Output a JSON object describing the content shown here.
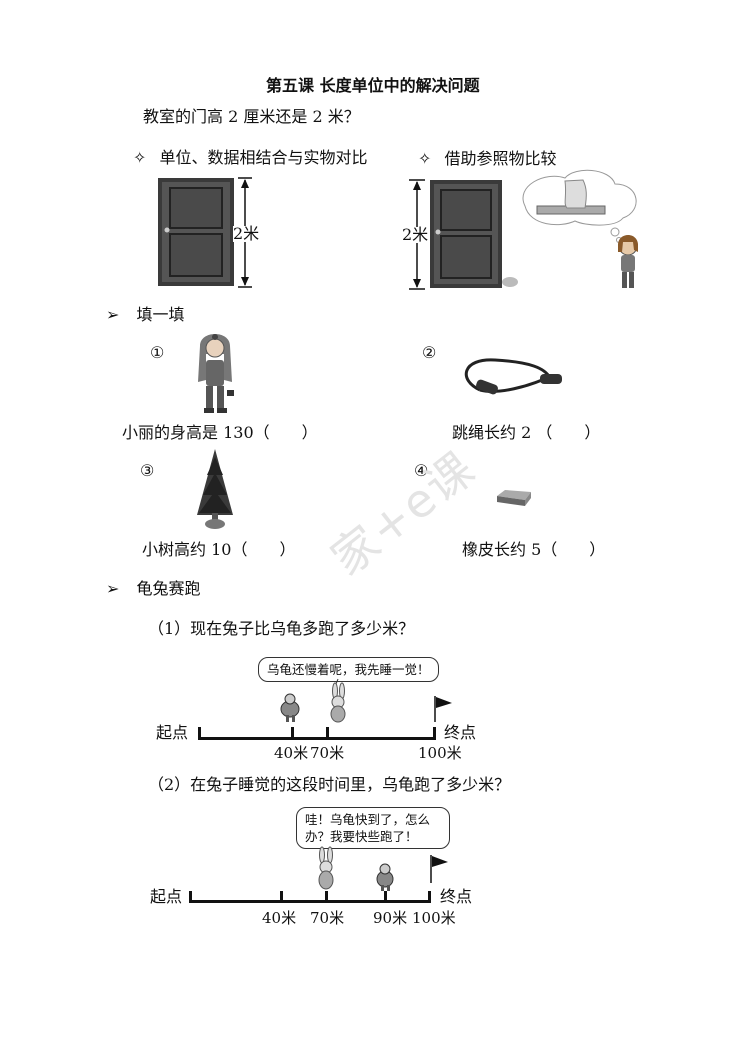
{
  "title": "第五课  长度单位中的解决问题",
  "question": "教室的门高 2 厘米还是 2 米？",
  "methods": [
    {
      "marker": "✧",
      "text": "单位、数据相结合与实物对比",
      "door_label": "2米"
    },
    {
      "marker": "✧",
      "text": "借助参照物比较",
      "door_label": "2米"
    }
  ],
  "fill_section": {
    "marker": "➢",
    "title": "填一填",
    "items": [
      {
        "num": "①",
        "text": "小丽的身高是 130（　　）"
      },
      {
        "num": "②",
        "text": "跳绳长约 2 （　　）"
      },
      {
        "num": "③",
        "text": "小树高约 10（　　）"
      },
      {
        "num": "④",
        "text": "橡皮长约 5（　　）"
      }
    ]
  },
  "race_section": {
    "marker": "➢",
    "title": "龟兔赛跑",
    "q1": {
      "question": "（1）现在兔子比乌龟多跑了多少米？",
      "bubble": "乌龟还慢着呢，我先睡一觉！",
      "start": "起点",
      "end": "终点",
      "ticks": [
        "40米",
        "70米",
        "100米"
      ]
    },
    "q2": {
      "question": "（2）在兔子睡觉的这段时间里，乌龟跑了多少米？",
      "bubble_line1": "哇！乌龟快到了，怎么",
      "bubble_line2": "办？我要快些跑了！",
      "start": "起点",
      "end": "终点",
      "ticks": [
        "40米",
        "70米",
        "90米",
        "100米"
      ]
    }
  },
  "watermark": "家+e课"
}
